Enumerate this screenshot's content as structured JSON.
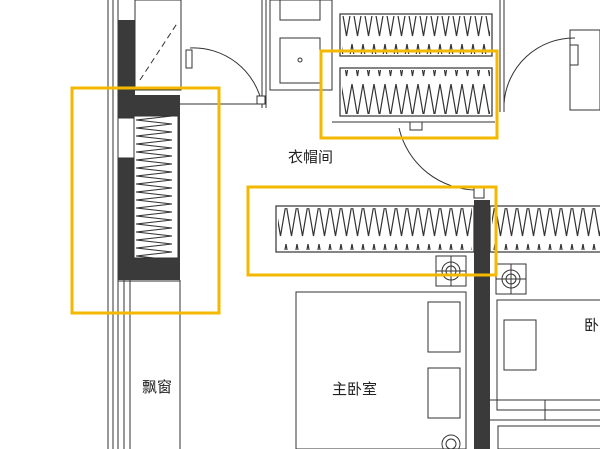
{
  "labels": {
    "cloakroom": "衣帽间",
    "bay_window": "飘窗",
    "master_bedroom": "主卧室",
    "bedroom_partial": "卧"
  },
  "colors": {
    "highlight": "#F5B800",
    "line": "#333333",
    "wall_fill": "#3a3a3a",
    "background": "#ffffff"
  },
  "highlights": [
    {
      "target": "cloakroom-upper-wardrobe"
    },
    {
      "target": "bay-window-wardrobe"
    },
    {
      "target": "master-bedroom-wardrobe"
    }
  ]
}
